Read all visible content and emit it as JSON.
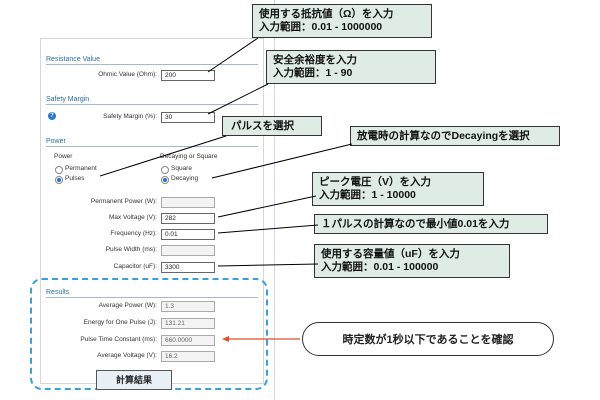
{
  "top_bar": {},
  "resistance": {
    "section_title": "Resistance Value",
    "ohmic_label": "Ohmic Value (Ohm):",
    "ohmic_value": "200"
  },
  "safety": {
    "section_title": "Safety Margin",
    "help_glyph": "?",
    "margin_label": "Safety Margin (%):",
    "margin_value": "30"
  },
  "power": {
    "section_title": "Power",
    "power_group_label": "Power",
    "permanent_label": "Permanent",
    "pulses_label": "Pulses",
    "decay_group_label": "Decaying or Square",
    "square_label": "Square",
    "decaying_label": "Decaying",
    "selected_power": "Pulses",
    "selected_decay": "Decaying",
    "permanent_power_label": "Permanent Power (W):",
    "permanent_power_value": "",
    "max_voltage_label": "Max Voltage (V):",
    "max_voltage_value": "282",
    "frequency_label": "Frequency (Hz):",
    "frequency_value": "0.01",
    "pulse_width_label": "Pulse Width (ms):",
    "pulse_width_value": "",
    "capacitor_label": "Capacitor (uF):",
    "capacitor_value": "3300"
  },
  "results": {
    "section_title": "Results",
    "avg_power_label": "Average Power (W):",
    "avg_power_value": "1.3",
    "energy_label": "Energy for One Pulse (J):",
    "energy_value": "131.21",
    "ptc_label": "Pulse Time Constant (ms):",
    "ptc_value": "660.0000",
    "avg_voltage_label": "Average Voltage (V):",
    "avg_voltage_value": "16.2",
    "tag": "計算結果"
  },
  "callouts": {
    "c1_line1": "使用する抵抗値（Ω）を入力",
    "c1_line2": "入力範囲：0.01 - 1000000",
    "c2_line1": "安全余裕度を入力",
    "c2_line2": "入力範囲：1 - 90",
    "c3": "パルスを選択",
    "c4": "放電時の計算なのでDecayingを選択",
    "c5_line1": "ピーク電圧（V）を入力",
    "c5_line2": "入力範囲：1 - 10000",
    "c6": "１パルスの計算なので最小値0.01を入力",
    "c7_line1": "使用する容量値（uF）を入力",
    "c7_line2": "入力範囲：0.01 - 100000",
    "c8": "時定数が1秒以下であることを確認"
  },
  "colors": {
    "callout_fill": "#dfece6",
    "section_title": "#2a6fa8",
    "results_dash": "#39a0d8",
    "arrow": "#e0502a"
  }
}
